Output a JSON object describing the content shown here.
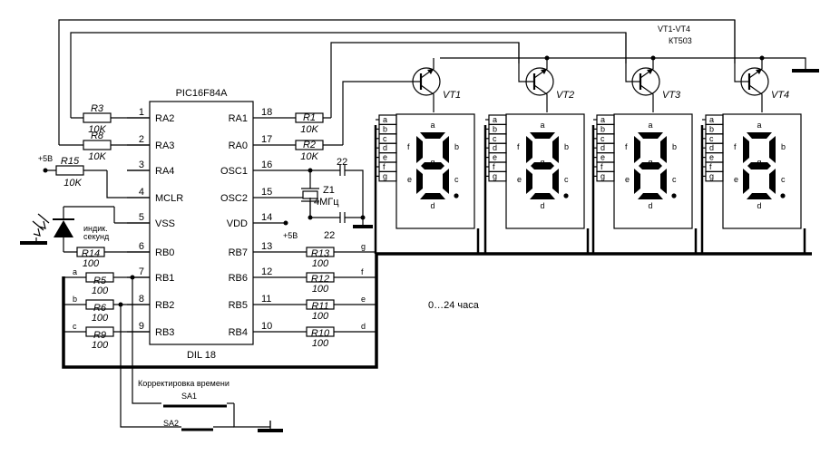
{
  "mcu": {
    "name": "PIC16F84A",
    "package": "DIL 18",
    "left_pins": [
      {
        "num": "1",
        "name": "RA2"
      },
      {
        "num": "2",
        "name": "RA3"
      },
      {
        "num": "3",
        "name": "RA4"
      },
      {
        "num": "4",
        "name": "MCLR"
      },
      {
        "num": "5",
        "name": "VSS"
      },
      {
        "num": "6",
        "name": "RB0"
      },
      {
        "num": "7",
        "name": "RB1"
      },
      {
        "num": "8",
        "name": "RB2"
      },
      {
        "num": "9",
        "name": "RB3"
      }
    ],
    "right_pins": [
      {
        "num": "18",
        "name": "RA1"
      },
      {
        "num": "17",
        "name": "RA0"
      },
      {
        "num": "16",
        "name": "OSC1"
      },
      {
        "num": "15",
        "name": "OSC2"
      },
      {
        "num": "14",
        "name": "VDD"
      },
      {
        "num": "13",
        "name": "RB7"
      },
      {
        "num": "12",
        "name": "RB6"
      },
      {
        "num": "11",
        "name": "RB5"
      },
      {
        "num": "10",
        "name": "RB4"
      }
    ]
  },
  "resistors": [
    {
      "id": "R3",
      "value": "10K"
    },
    {
      "id": "R8",
      "value": "10K"
    },
    {
      "id": "R15",
      "value": "10K"
    },
    {
      "id": "R14",
      "value": "100"
    },
    {
      "id": "R5",
      "value": "100"
    },
    {
      "id": "R6",
      "value": "100"
    },
    {
      "id": "R9",
      "value": "100"
    },
    {
      "id": "R1",
      "value": "10K"
    },
    {
      "id": "R2",
      "value": "10K"
    },
    {
      "id": "R13",
      "value": "100"
    },
    {
      "id": "R12",
      "value": "100"
    },
    {
      "id": "R11",
      "value": "100"
    },
    {
      "id": "R10",
      "value": "100"
    }
  ],
  "crystal": {
    "id": "Z1",
    "freq": "4МГц",
    "cap1": "22",
    "cap2": "22"
  },
  "power": {
    "plus5_left": "+5В",
    "plus5_vdd": "+5В"
  },
  "led_label_line1": "индик.",
  "led_label_line2": "секунд",
  "segment_nets": {
    "a": "a",
    "b": "b",
    "c": "c",
    "d": "d",
    "e": "e",
    "f": "f",
    "g": "g"
  },
  "transistors": {
    "header_line1": "VT1-VT4",
    "header_line2": "КТ503",
    "labels": [
      "VT1",
      "VT2",
      "VT3",
      "VT4"
    ]
  },
  "digit_pins": [
    "a",
    "b",
    "c",
    "d",
    "e",
    "f",
    "g"
  ],
  "digit_segments": {
    "a": "a",
    "b": "b",
    "c": "c",
    "d": "d",
    "e": "e",
    "f": "f",
    "g": "g"
  },
  "range_text": "0…24 часа",
  "switch_caption": "Корректировка времени",
  "switches": [
    "SA1",
    "SA2"
  ]
}
